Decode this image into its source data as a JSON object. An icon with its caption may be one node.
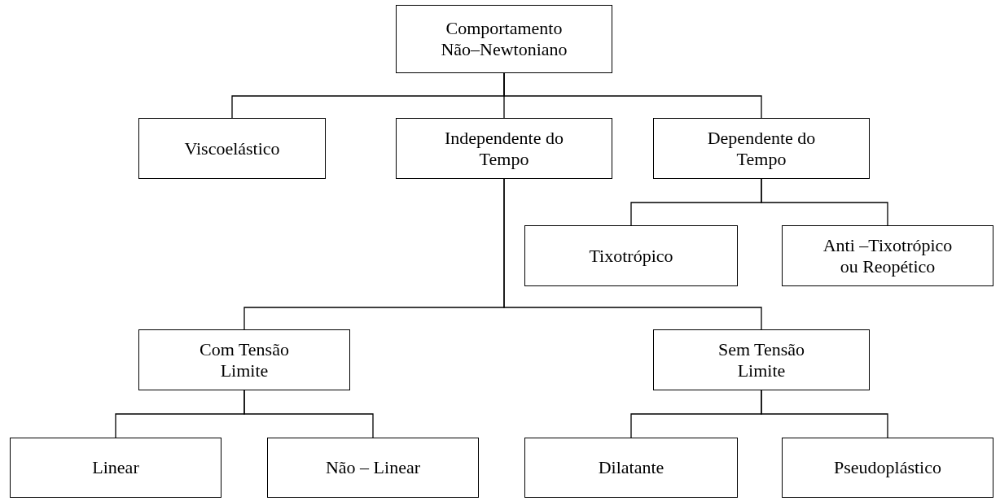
{
  "diagram": {
    "nodes": [
      {
        "text": [
          "Comportamento Não–Newtoniano"
        ]
      },
      {
        "text": [
          "Viscoelástico"
        ]
      },
      {
        "text": [
          "Independente do Tempo"
        ]
      },
      {
        "text": [
          "Dependente do Tempo"
        ]
      },
      {
        "text": [
          "Tixotrópico"
        ]
      },
      {
        "text": [
          "Anti –Tixotrópico ou Reopético"
        ]
      },
      {
        "text": [
          "Com Tensão Limite"
        ]
      },
      {
        "text": [
          "Sem Tensão Limite"
        ]
      },
      {
        "text": [
          "Linear"
        ]
      },
      {
        "text": [
          "Não – Linear"
        ]
      },
      {
        "text": [
          "Dilatante"
        ]
      },
      {
        "text": [
          "Pseudoplástico"
        ]
      }
    ],
    "edges": [
      {
        "from": 0,
        "to": 1,
        "arrow": "none"
      },
      {
        "from": 0,
        "to": 2,
        "arrow": "none"
      },
      {
        "from": 0,
        "to": 3,
        "arrow": "none"
      },
      {
        "from": 3,
        "to": 4,
        "arrow": "none"
      },
      {
        "from": 3,
        "to": 5,
        "arrow": "none"
      },
      {
        "from": 2,
        "to": 6,
        "arrow": "none"
      },
      {
        "from": 2,
        "to": 7,
        "arrow": "none"
      },
      {
        "from": 6,
        "to": 8,
        "arrow": "none"
      },
      {
        "from": 6,
        "to": 9,
        "arrow": "none"
      },
      {
        "from": 7,
        "to": 10,
        "arrow": "none"
      },
      {
        "from": 7,
        "to": 11,
        "arrow": "none"
      }
    ]
  }
}
